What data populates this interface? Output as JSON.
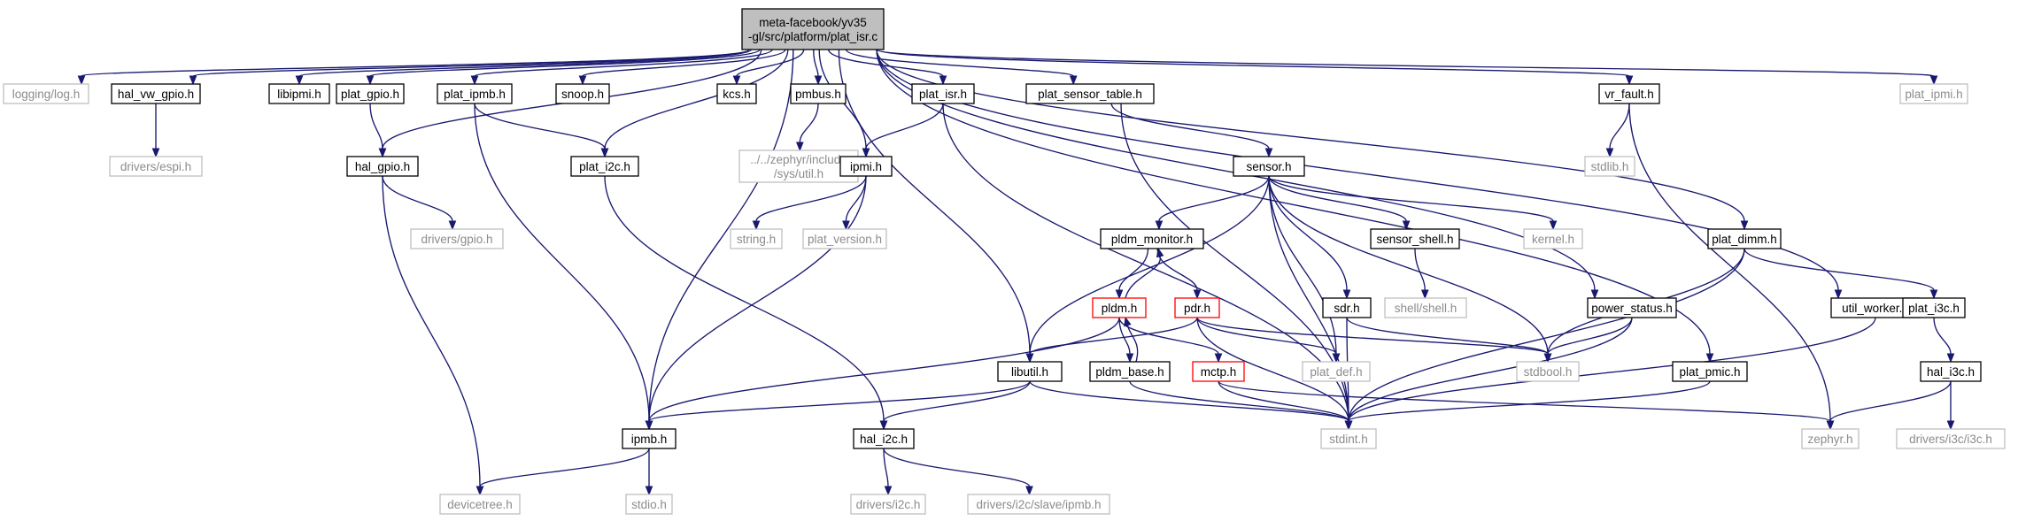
{
  "diagram": {
    "kind": "include-dependency-graph",
    "colors": {
      "edge": "#191970",
      "root_fill": "#bfbfbf",
      "root_border": "#000000",
      "documented_border": "#000000",
      "external_border": "#bfbfbf",
      "external_text": "#8c8c8c",
      "truncated_border": "#ff0000",
      "text": "#000000"
    },
    "nodes": [
      {
        "id": "root",
        "lines": [
          "meta-facebook/yv35",
          "-gl/src/platform/plat_isr.c"
        ],
        "style": "root"
      },
      {
        "id": "logging_log",
        "lines": [
          "logging/log.h"
        ],
        "style": "external"
      },
      {
        "id": "hal_vw_gpio",
        "lines": [
          "hal_vw_gpio.h"
        ],
        "style": "normal"
      },
      {
        "id": "libipmi",
        "lines": [
          "libipmi.h"
        ],
        "style": "normal"
      },
      {
        "id": "plat_gpio",
        "lines": [
          "plat_gpio.h"
        ],
        "style": "normal"
      },
      {
        "id": "plat_ipmb",
        "lines": [
          "plat_ipmb.h"
        ],
        "style": "normal"
      },
      {
        "id": "snoop",
        "lines": [
          "snoop.h"
        ],
        "style": "normal"
      },
      {
        "id": "kcs",
        "lines": [
          "kcs.h"
        ],
        "style": "normal"
      },
      {
        "id": "pmbus",
        "lines": [
          "pmbus.h"
        ],
        "style": "normal"
      },
      {
        "id": "plat_isr",
        "lines": [
          "plat_isr.h"
        ],
        "style": "normal"
      },
      {
        "id": "plat_sensor_table",
        "lines": [
          "plat_sensor_table.h"
        ],
        "style": "normal"
      },
      {
        "id": "vr_fault",
        "lines": [
          "vr_fault.h"
        ],
        "style": "normal"
      },
      {
        "id": "plat_ipmi",
        "lines": [
          "plat_ipmi.h"
        ],
        "style": "external"
      },
      {
        "id": "drivers_espi",
        "lines": [
          "drivers/espi.h"
        ],
        "style": "external"
      },
      {
        "id": "hal_gpio",
        "lines": [
          "hal_gpio.h"
        ],
        "style": "normal"
      },
      {
        "id": "plat_i2c",
        "lines": [
          "plat_i2c.h"
        ],
        "style": "normal"
      },
      {
        "id": "zephyr_util",
        "lines": [
          "../../zephyr/include",
          "/sys/util.h"
        ],
        "style": "external"
      },
      {
        "id": "ipmi",
        "lines": [
          "ipmi.h"
        ],
        "style": "normal"
      },
      {
        "id": "sensor",
        "lines": [
          "sensor.h"
        ],
        "style": "normal"
      },
      {
        "id": "stdlib",
        "lines": [
          "stdlib.h"
        ],
        "style": "external"
      },
      {
        "id": "drivers_gpio",
        "lines": [
          "drivers/gpio.h"
        ],
        "style": "external"
      },
      {
        "id": "string",
        "lines": [
          "string.h"
        ],
        "style": "external"
      },
      {
        "id": "plat_version",
        "lines": [
          "plat_version.h"
        ],
        "style": "external"
      },
      {
        "id": "pldm_monitor",
        "lines": [
          "pldm_monitor.h"
        ],
        "style": "normal"
      },
      {
        "id": "sensor_shell",
        "lines": [
          "sensor_shell.h"
        ],
        "style": "normal"
      },
      {
        "id": "kernel",
        "lines": [
          "kernel.h"
        ],
        "style": "external"
      },
      {
        "id": "plat_dimm",
        "lines": [
          "plat_dimm.h"
        ],
        "style": "normal"
      },
      {
        "id": "pldm",
        "lines": [
          "pldm.h"
        ],
        "style": "truncated"
      },
      {
        "id": "pdr",
        "lines": [
          "pdr.h"
        ],
        "style": "truncated"
      },
      {
        "id": "shell_shell",
        "lines": [
          "shell/shell.h"
        ],
        "style": "external"
      },
      {
        "id": "sdr",
        "lines": [
          "sdr.h"
        ],
        "style": "normal"
      },
      {
        "id": "power_status",
        "lines": [
          "power_status.h"
        ],
        "style": "normal"
      },
      {
        "id": "util_worker",
        "lines": [
          "util_worker.h"
        ],
        "style": "normal"
      },
      {
        "id": "plat_i3c",
        "lines": [
          "plat_i3c.h"
        ],
        "style": "normal"
      },
      {
        "id": "libutil",
        "lines": [
          "libutil.h"
        ],
        "style": "normal"
      },
      {
        "id": "pldm_base",
        "lines": [
          "pldm_base.h"
        ],
        "style": "normal"
      },
      {
        "id": "mctp",
        "lines": [
          "mctp.h"
        ],
        "style": "truncated"
      },
      {
        "id": "plat_def",
        "lines": [
          "plat_def.h"
        ],
        "style": "external"
      },
      {
        "id": "stdbool",
        "lines": [
          "stdbool.h"
        ],
        "style": "external"
      },
      {
        "id": "plat_pmic",
        "lines": [
          "plat_pmic.h"
        ],
        "style": "normal"
      },
      {
        "id": "hal_i3c",
        "lines": [
          "hal_i3c.h"
        ],
        "style": "normal"
      },
      {
        "id": "ipmb",
        "lines": [
          "ipmb.h"
        ],
        "style": "normal"
      },
      {
        "id": "hal_i2c",
        "lines": [
          "hal_i2c.h"
        ],
        "style": "normal"
      },
      {
        "id": "stdint",
        "lines": [
          "stdint.h"
        ],
        "style": "external"
      },
      {
        "id": "zephyr",
        "lines": [
          "zephyr.h"
        ],
        "style": "external"
      },
      {
        "id": "drivers_i3c",
        "lines": [
          "drivers/i3c/i3c.h"
        ],
        "style": "external"
      },
      {
        "id": "devicetree",
        "lines": [
          "devicetree.h"
        ],
        "style": "external"
      },
      {
        "id": "stdio",
        "lines": [
          "stdio.h"
        ],
        "style": "external"
      },
      {
        "id": "drivers_i2c",
        "lines": [
          "drivers/i2c.h"
        ],
        "style": "external"
      },
      {
        "id": "drivers_i2c_slave_ipmb",
        "lines": [
          "drivers/i2c/slave/ipmb.h"
        ],
        "style": "external"
      }
    ],
    "edges": [
      [
        "root",
        "logging_log"
      ],
      [
        "root",
        "hal_vw_gpio"
      ],
      [
        "root",
        "libipmi"
      ],
      [
        "root",
        "plat_gpio"
      ],
      [
        "root",
        "plat_ipmb"
      ],
      [
        "root",
        "snoop"
      ],
      [
        "root",
        "kcs"
      ],
      [
        "root",
        "pmbus"
      ],
      [
        "root",
        "plat_isr"
      ],
      [
        "root",
        "plat_sensor_table"
      ],
      [
        "root",
        "vr_fault"
      ],
      [
        "root",
        "plat_ipmi"
      ],
      [
        "root",
        "hal_gpio"
      ],
      [
        "root",
        "plat_i2c"
      ],
      [
        "root",
        "ipmi"
      ],
      [
        "root",
        "ipmb"
      ],
      [
        "root",
        "libutil"
      ],
      [
        "root",
        "power_status"
      ],
      [
        "root",
        "plat_dimm"
      ],
      [
        "root",
        "util_worker"
      ],
      [
        "root",
        "plat_pmic"
      ],
      [
        "hal_vw_gpio",
        "drivers_espi"
      ],
      [
        "plat_gpio",
        "hal_gpio"
      ],
      [
        "plat_ipmb",
        "plat_i2c"
      ],
      [
        "plat_ipmb",
        "ipmb"
      ],
      [
        "pmbus",
        "zephyr_util"
      ],
      [
        "plat_isr",
        "ipmi"
      ],
      [
        "plat_isr",
        "stdint"
      ],
      [
        "plat_sensor_table",
        "sensor"
      ],
      [
        "plat_sensor_table",
        "stdint"
      ],
      [
        "vr_fault",
        "stdlib"
      ],
      [
        "vr_fault",
        "zephyr"
      ],
      [
        "hal_gpio",
        "drivers_gpio"
      ],
      [
        "hal_gpio",
        "devicetree"
      ],
      [
        "plat_i2c",
        "hal_i2c"
      ],
      [
        "ipmi",
        "string"
      ],
      [
        "ipmi",
        "plat_version"
      ],
      [
        "ipmi",
        "ipmb"
      ],
      [
        "sensor",
        "pldm_monitor"
      ],
      [
        "sensor",
        "sensor_shell"
      ],
      [
        "sensor",
        "kernel"
      ],
      [
        "sensor",
        "sdr"
      ],
      [
        "sensor",
        "libutil"
      ],
      [
        "sensor",
        "plat_def"
      ],
      [
        "sensor",
        "stdint"
      ],
      [
        "sensor",
        "stdbool"
      ],
      [
        "pldm_monitor",
        "pldm"
      ],
      [
        "pldm_monitor",
        "pdr"
      ],
      [
        "pldm",
        "pldm_monitor"
      ],
      [
        "pldm",
        "pldm_base"
      ],
      [
        "pldm",
        "mctp"
      ],
      [
        "pldm",
        "ipmb"
      ],
      [
        "pldm_base",
        "pldm"
      ],
      [
        "pldm_base",
        "stdint"
      ],
      [
        "pdr",
        "libutil"
      ],
      [
        "pdr",
        "plat_def"
      ],
      [
        "pdr",
        "stdint"
      ],
      [
        "pdr",
        "stdbool"
      ],
      [
        "sensor_shell",
        "shell_shell"
      ],
      [
        "sdr",
        "stdint"
      ],
      [
        "sdr",
        "stdbool"
      ],
      [
        "power_status",
        "stdbool"
      ],
      [
        "power_status",
        "stdint"
      ],
      [
        "plat_dimm",
        "stdbool"
      ],
      [
        "plat_dimm",
        "stdint"
      ],
      [
        "plat_dimm",
        "plat_i3c"
      ],
      [
        "plat_i3c",
        "hal_i3c"
      ],
      [
        "hal_i3c",
        "zephyr"
      ],
      [
        "hal_i3c",
        "drivers_i3c"
      ],
      [
        "util_worker",
        "stdint"
      ],
      [
        "plat_pmic",
        "stdint"
      ],
      [
        "libutil",
        "ipmb"
      ],
      [
        "libutil",
        "hal_i2c"
      ],
      [
        "libutil",
        "stdint"
      ],
      [
        "mctp",
        "stdint"
      ],
      [
        "mctp",
        "zephyr"
      ],
      [
        "ipmb",
        "devicetree"
      ],
      [
        "ipmb",
        "stdio"
      ],
      [
        "hal_i2c",
        "drivers_i2c"
      ],
      [
        "hal_i2c",
        "drivers_i2c_slave_ipmb"
      ]
    ]
  }
}
